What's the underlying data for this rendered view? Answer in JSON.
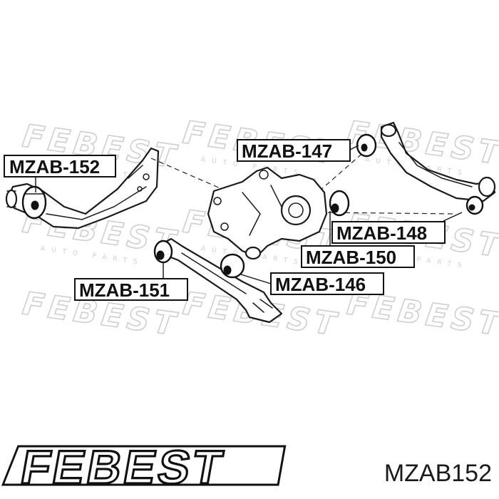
{
  "diagram": {
    "watermark": {
      "brand": "FEBEST",
      "subtitle": "AUTO PARTS"
    },
    "callouts": [
      {
        "id": "mzab-152",
        "text": "MZAB-152"
      },
      {
        "id": "mzab-147",
        "text": "MZAB-147"
      },
      {
        "id": "mzab-148",
        "text": "MZAB-148"
      },
      {
        "id": "mzab-150",
        "text": "MZAB-150"
      },
      {
        "id": "mzab-151",
        "text": "MZAB-151"
      },
      {
        "id": "mzab-146",
        "text": "MZAB-146"
      }
    ]
  },
  "footer": {
    "logo_text": "FEBEST",
    "part_number": "MZAB152"
  }
}
